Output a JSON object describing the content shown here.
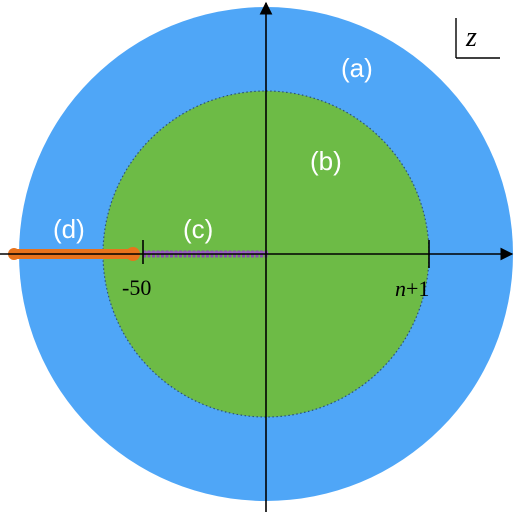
{
  "diagram": {
    "variable_label": "z",
    "regions": {
      "a": "(a)",
      "b": "(b)",
      "c": "(c)",
      "d": "(d)"
    },
    "ticks": {
      "left_value_label": "-50",
      "right_value_label_italic": "n",
      "right_value_label_rest": "+1"
    },
    "colors": {
      "outer_region": "#4fa6f7",
      "inner_region": "#6dbb46",
      "segment_c": "#8a4fb0",
      "segment_d": "#e8731c",
      "axes": "#000000"
    }
  }
}
